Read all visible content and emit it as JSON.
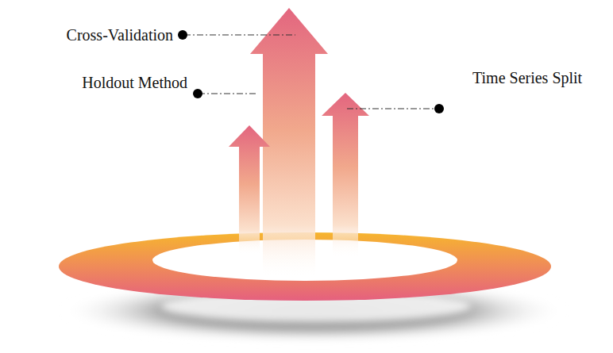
{
  "diagram": {
    "labels": [
      "Cross-Validation",
      "Holdout Method",
      "Time Series Split"
    ]
  }
}
